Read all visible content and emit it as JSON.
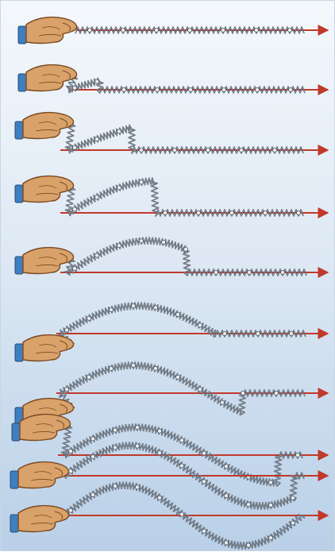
{
  "diagram": {
    "frames_count": 10,
    "colors": {
      "background_top": "#f4f8fc",
      "background_bottom": "#b9d0e8",
      "axis_arrow": "#c0392b",
      "spring_dark": "#4d5560",
      "spring_light": "#a9b3bd",
      "hand_skin": "#d9a26a",
      "hand_outline": "#7a4a22",
      "sleeve": "#3f7fbf"
    },
    "icons": [
      "hand-icon",
      "spring-coil",
      "axis-arrow"
    ]
  }
}
